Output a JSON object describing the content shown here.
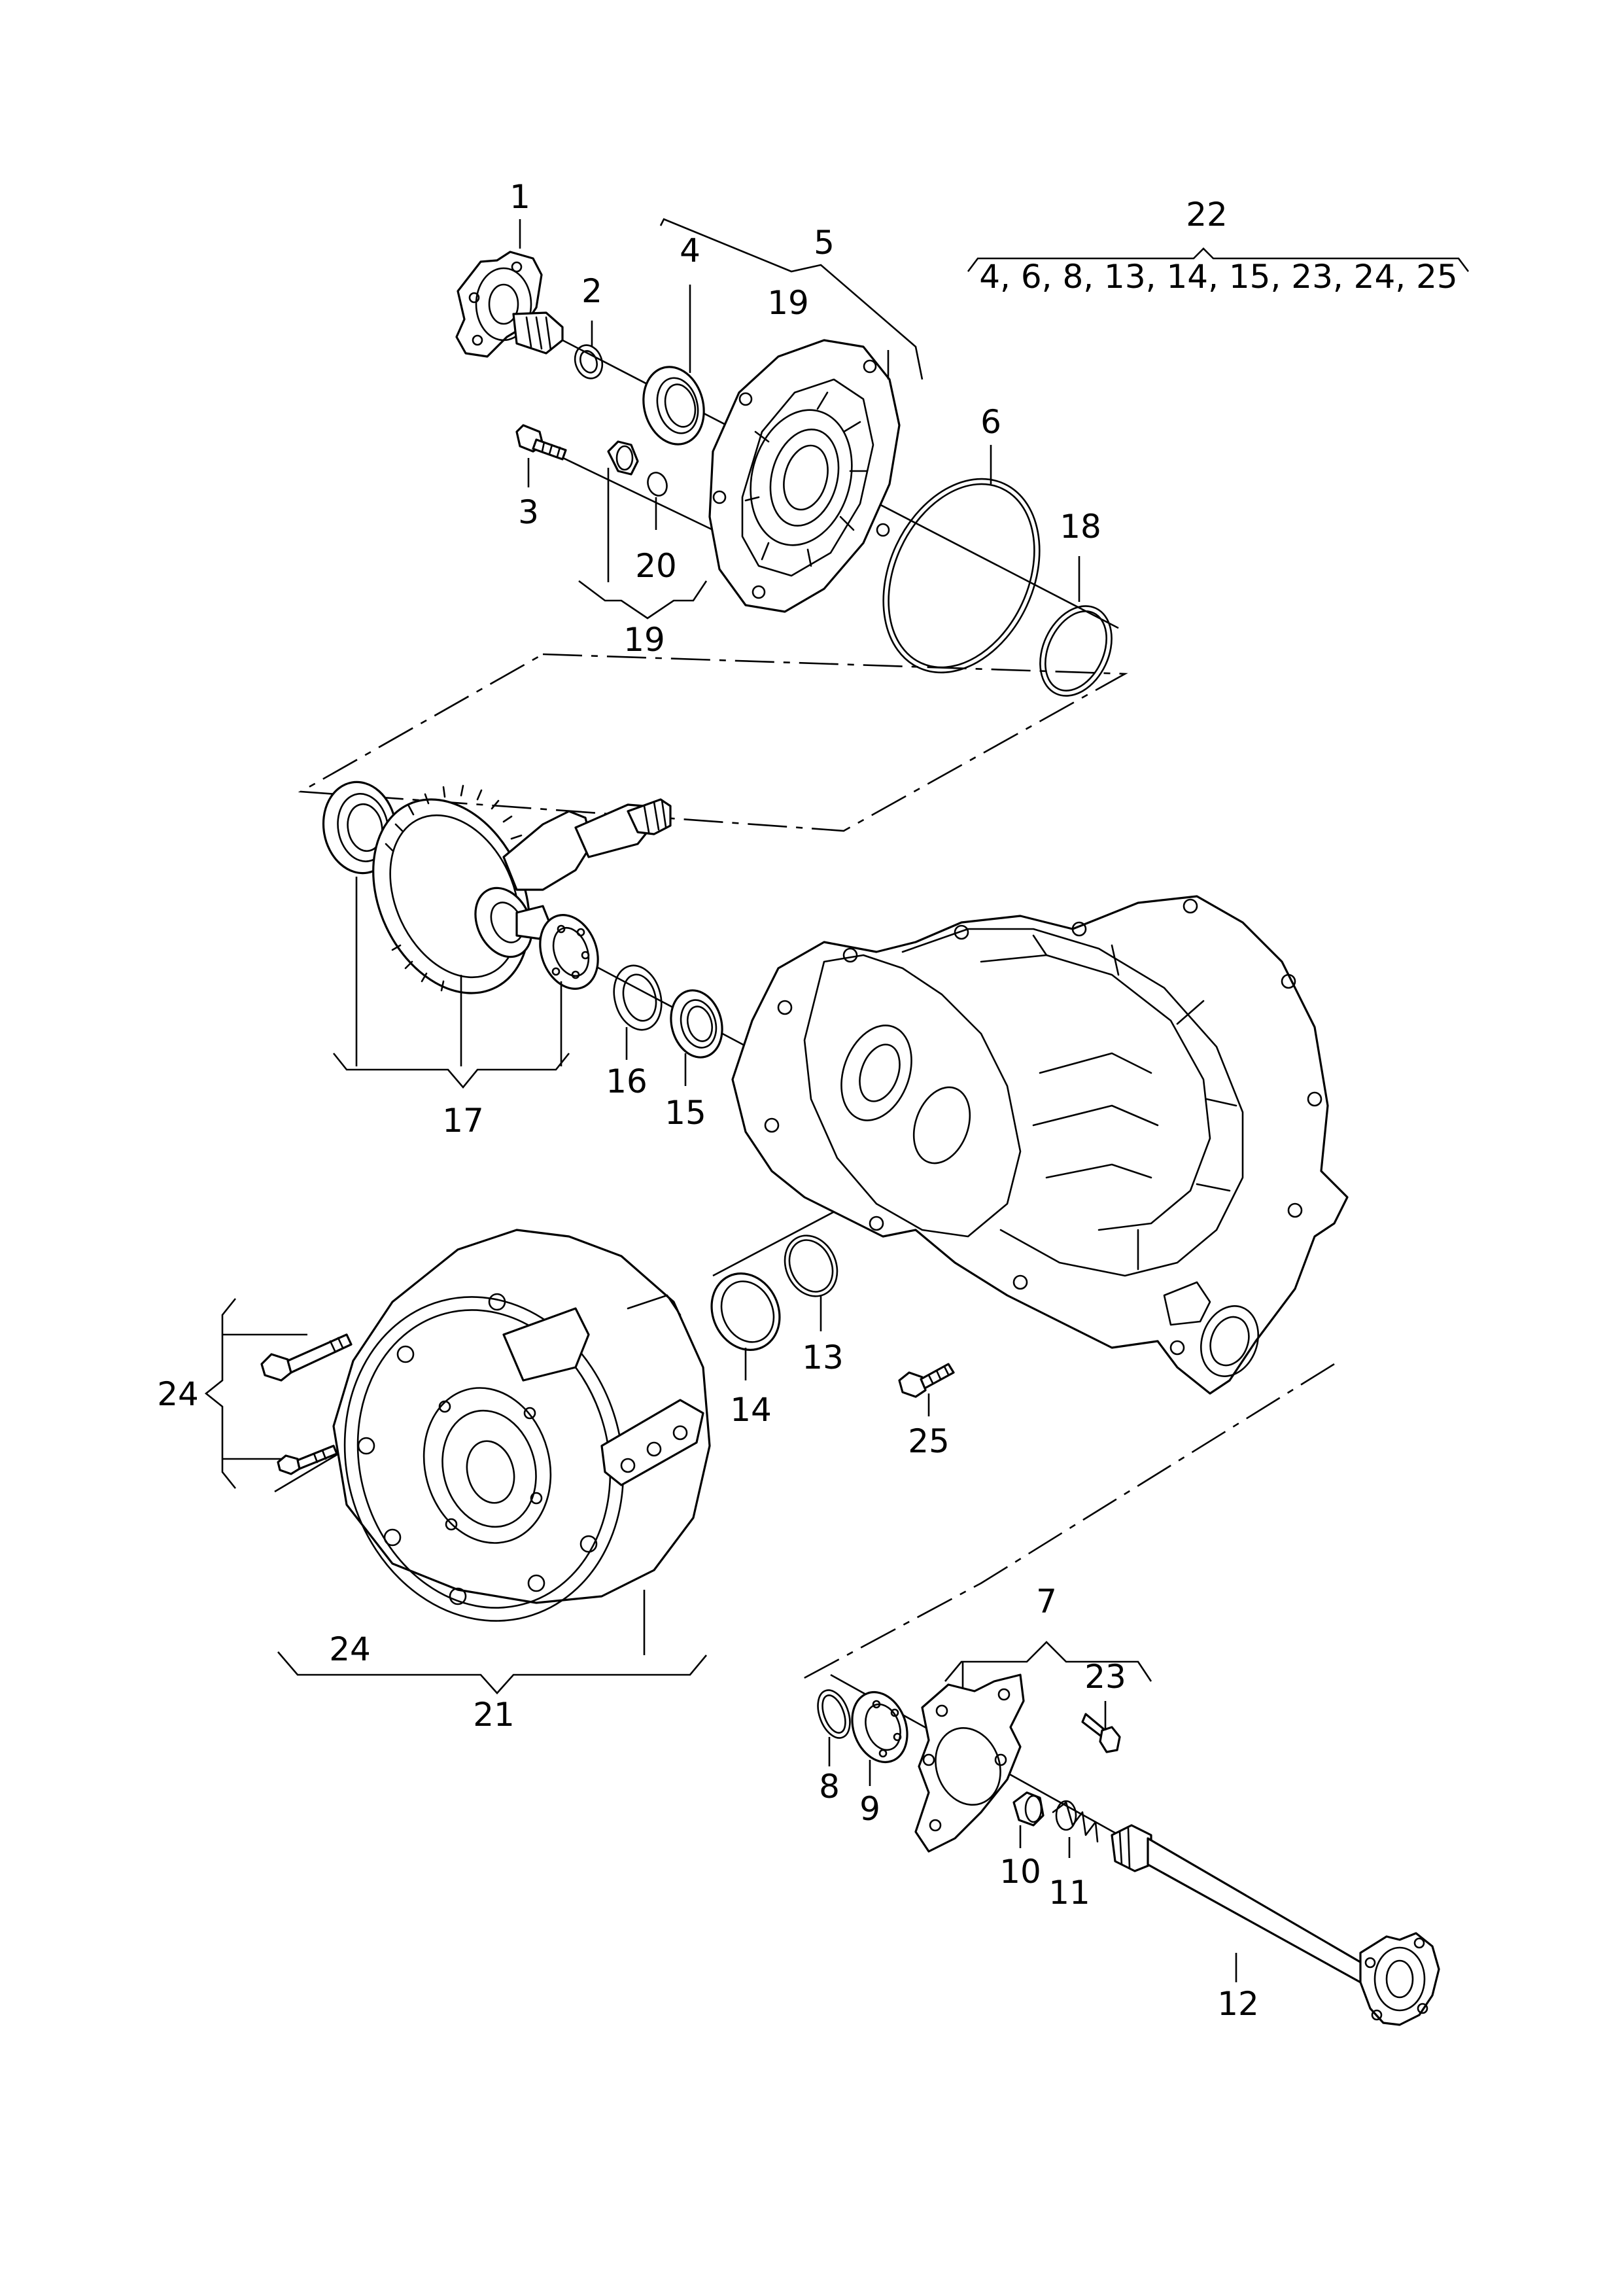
{
  "labels": {
    "l1": "1",
    "l2": "2",
    "l3": "3",
    "l4": "4",
    "l5": "5",
    "l6": "6",
    "l7": "7",
    "l8": "8",
    "l9": "9",
    "l10": "10",
    "l11": "11",
    "l12": "12",
    "l13": "13",
    "l14": "14",
    "l15": "15",
    "l16": "16",
    "l17": "17",
    "l18": "18",
    "l19a": "19",
    "l19b": "19",
    "l20": "20",
    "l21": "21",
    "l22": "22",
    "l22list": "4, 6, 8, 13, 14, 15, 23, 24, 25",
    "l23": "23",
    "l24a": "24",
    "l24b": "24",
    "l25": "25"
  }
}
